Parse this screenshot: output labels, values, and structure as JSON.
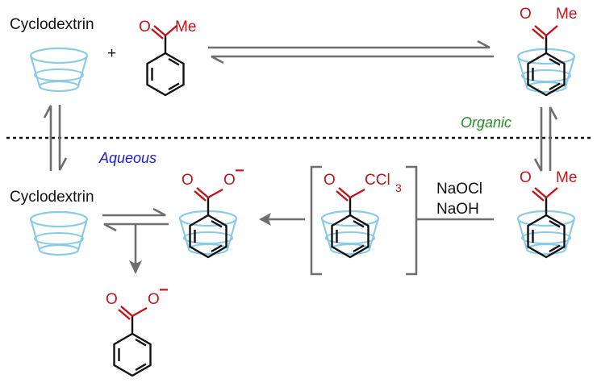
{
  "labels": {
    "cyclodextrin_top": "Cyclodextrin",
    "cyclodextrin_bottom": "Cyclodextrin",
    "plus": "+",
    "organic": "Organic",
    "aqueous": "Aqueous",
    "reagent_1": "NaOCl",
    "reagent_2": "NaOH"
  },
  "atoms": {
    "oxygen": "O",
    "methyl": "Me",
    "trichloro_c": "CCl",
    "trichloro_sub": "3",
    "minus": "−"
  },
  "colors": {
    "cup": "#8ccbe8",
    "hetero_atoms": "#c0161b",
    "bonds": "#111111",
    "arrows": "#6e6e6e",
    "organic_label": "#2a8a2a",
    "aqueous_label": "#1c1ccc"
  }
}
